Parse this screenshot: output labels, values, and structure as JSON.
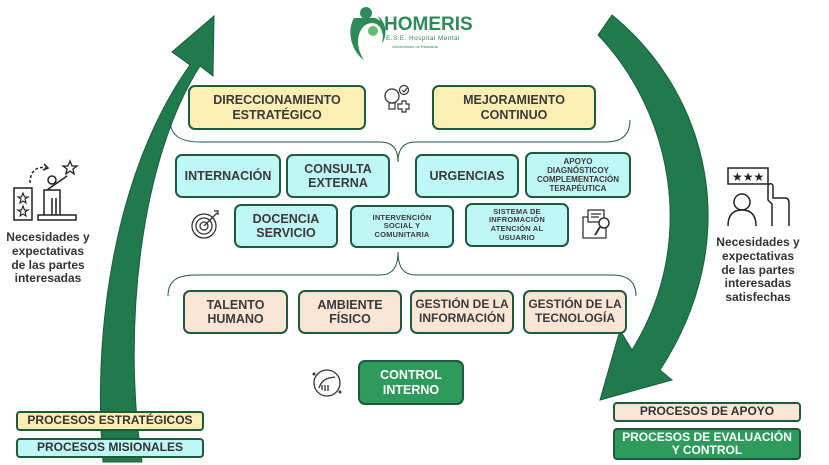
{
  "logo": {
    "name": "HOMERIS",
    "subtitle": "E.S.E. Hospital Mental",
    "tagline": "Universitario de Risaralda",
    "brand_color": "#2e8b57"
  },
  "strategic": [
    {
      "label": "DIRECCIONAMIENTO\nESTRATÉGICO"
    },
    {
      "label": "MEJORAMIENTO\nCONTINUO"
    }
  ],
  "missional_row1": [
    {
      "label": "INTERNACIÓN"
    },
    {
      "label": "CONSULTA\nEXTERNA"
    },
    {
      "label": "URGENCIAS"
    },
    {
      "label": "APOYO\nDIAGNÓSTICOY\nCOMPLEMENTACIÓN\nTERAPÉUTICA"
    }
  ],
  "missional_row2": [
    {
      "label": "DOCENCIA\nSERVICIO"
    },
    {
      "label": "INTERVENCIÓN\nSOCIAL Y\nCOMUNITARIA"
    },
    {
      "label": "SISTEMA DE\nINFROMACIÓN\nATENCIÓN AL\nUSUARIO"
    }
  ],
  "support": [
    {
      "label": "TALENTO\nHUMANO"
    },
    {
      "label": "AMBIENTE\nFÍSICO"
    },
    {
      "label": "GESTIÓN DE LA\nINFORMACIÓN"
    },
    {
      "label": "GESTIÓN DE LA\nTECNOLOGÍA"
    }
  ],
  "control": {
    "label": "CONTROL\nINTERNO"
  },
  "left_side": {
    "text": "Necesidades y\nexpectativas\nde las partes\ninteresadas"
  },
  "right_side": {
    "text": "Necesidades y\nexpectativas\nde las partes\ninteresadas\nsatisfechas"
  },
  "legend": {
    "strategic": "PROCESOS ESTRATÉGICOS",
    "missional": "PROCESOS MISIONALES",
    "support": "PROCESOS DE APOYO",
    "evaluation": "PROCESOS DE EVALUACIÓN\nY CONTROL"
  },
  "colors": {
    "arrow": "#217a4b",
    "border": "#1e5a3c",
    "strategic": "#fdefb3",
    "missional": "#bff6f6",
    "support": "#fbe6d6",
    "evaluation": "#2e9a5b"
  }
}
